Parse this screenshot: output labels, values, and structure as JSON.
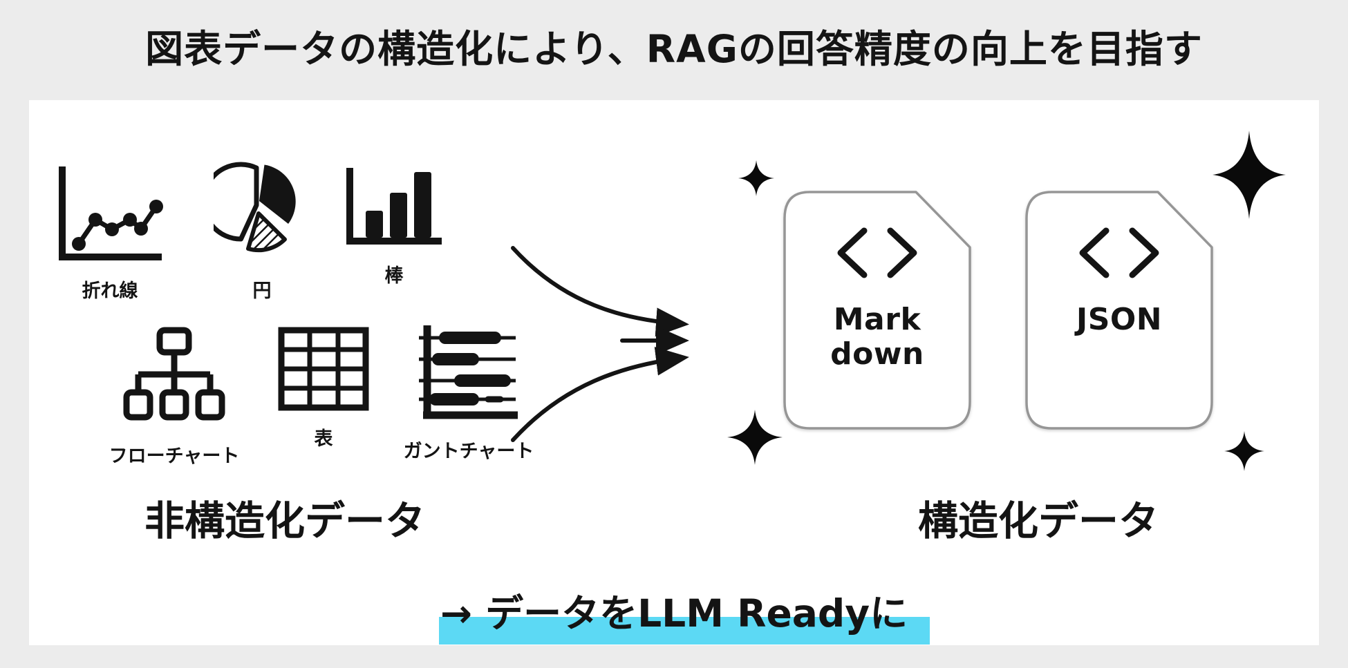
{
  "title": "図表データの構造化により、RAGの回答精度の向上を目指す",
  "colors": {
    "page_background": "#ececec",
    "card_background": "#ffffff",
    "ink": "#141414",
    "file_border": "#969696",
    "highlight_cyan": "#5cd9f4"
  },
  "unstructured": {
    "label": "非構造化データ",
    "icons": [
      {
        "name": "line-chart-icon",
        "label": "折れ線"
      },
      {
        "name": "pie-chart-icon",
        "label": "円"
      },
      {
        "name": "bar-chart-icon",
        "label": "棒"
      },
      {
        "name": "flowchart-icon",
        "label": "フローチャート"
      },
      {
        "name": "table-icon",
        "label": "表"
      },
      {
        "name": "gantt-chart-icon",
        "label": "ガントチャート"
      }
    ]
  },
  "structured": {
    "label": "構造化データ",
    "files": [
      {
        "name": "markdown-file",
        "lines": [
          "Mark",
          "down"
        ]
      },
      {
        "name": "json-file",
        "lines": [
          "JSON"
        ]
      }
    ]
  },
  "footer": {
    "text": "→ データをLLM Readyに"
  }
}
